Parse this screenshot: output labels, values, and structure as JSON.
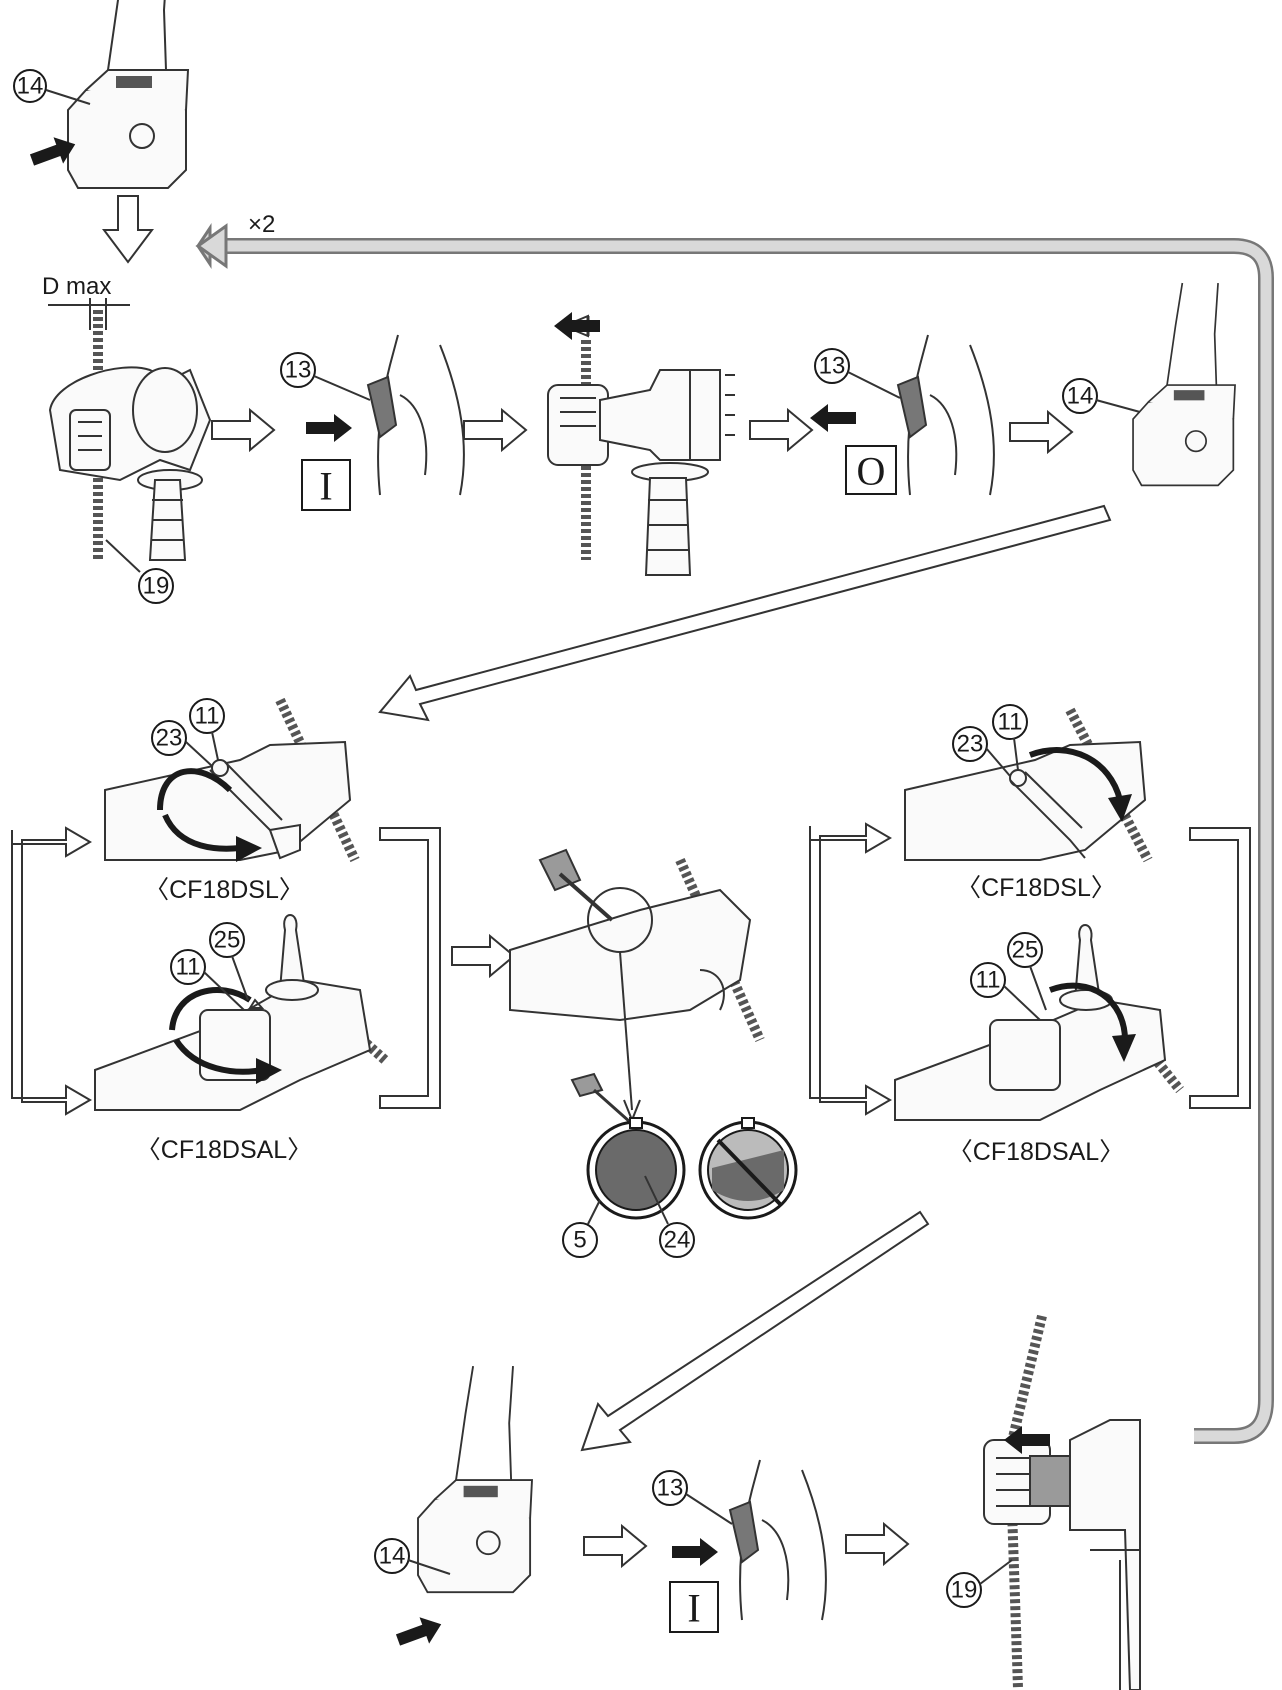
{
  "labels": {
    "repeat": "×2",
    "d_max": "D max",
    "switch_on": "I",
    "switch_off": "O",
    "model_dsl": "〈CF18DSL〉",
    "model_dsal": "〈CF18DSAL〉"
  },
  "parts": {
    "n5": "5",
    "n11": "11",
    "n13": "13",
    "n14": "14",
    "n19": "19",
    "n23": "23",
    "n24": "24",
    "n25": "25"
  }
}
